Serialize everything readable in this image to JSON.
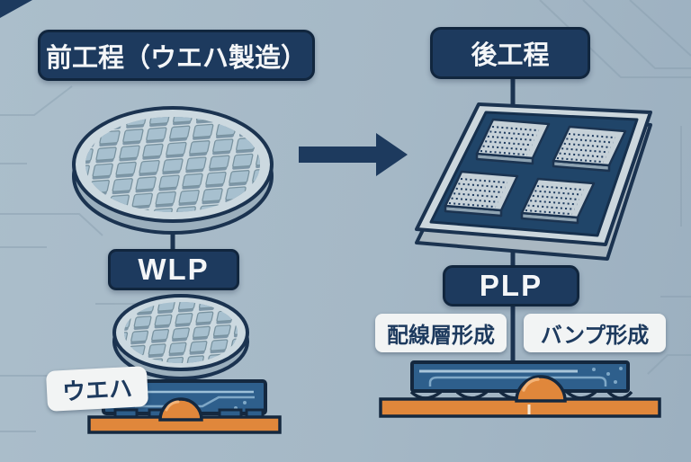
{
  "labels": {
    "front_process": "前工程（ウエハ製造）",
    "back_process": "後工程",
    "wlp": "WLP",
    "plp": "PLP",
    "wafer": "ウエハ",
    "wiring_layer": "配線層形成",
    "bump_formation": "バンプ形成"
  },
  "icons": {
    "wafer": "round-silicon-wafer-with-die-grid",
    "small_wafer": "round-silicon-wafer-with-die-grid",
    "panel": "square-panel-with-four-die-arrays",
    "arrow": "right-arrow",
    "bump_left": "solder-bump-dome",
    "bump_right": "solder-bump-dome",
    "substrate_left": "chip-on-board-cross-section",
    "substrate_right": "chip-on-board-cross-section"
  },
  "colors": {
    "background": "#a5b8c6",
    "navy": "#1d3a5e",
    "outline": "#16293f",
    "panel_inner": "#204569",
    "wafer_surface": "#ccd9e0",
    "wafer_rim": "#9bafbd",
    "die": "#a7c0cf",
    "die_array": "#c6d1d8",
    "label_bg": "#f2f4f4",
    "substrate_blue": "#2e5f8c",
    "board_orange": "#e0873b",
    "trace_light": "#7fa8c7"
  }
}
